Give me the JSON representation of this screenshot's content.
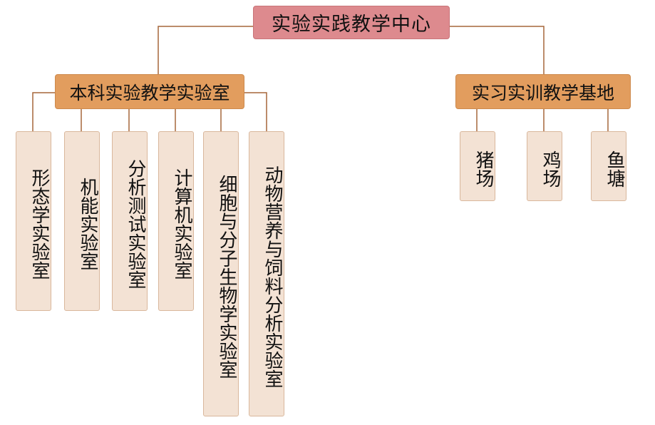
{
  "root": {
    "label": "实验实践教学中心"
  },
  "branches": [
    {
      "label": "本科实验教学实验室",
      "children": [
        "形态学实验室",
        "机能实验室",
        "分析测试实验室",
        "计算机实验室",
        "细胞与分子生物学实验室",
        "动物营养与饲料分析实验室"
      ]
    },
    {
      "label": "实习实训教学基地",
      "children": [
        "猪场",
        "鸡场",
        "鱼塘"
      ]
    }
  ],
  "colors": {
    "root_fill": "#dd8a8e",
    "branch_fill": "#e29d5e",
    "leaf_fill": "#f3e2d4",
    "connector": "#a5673a"
  }
}
